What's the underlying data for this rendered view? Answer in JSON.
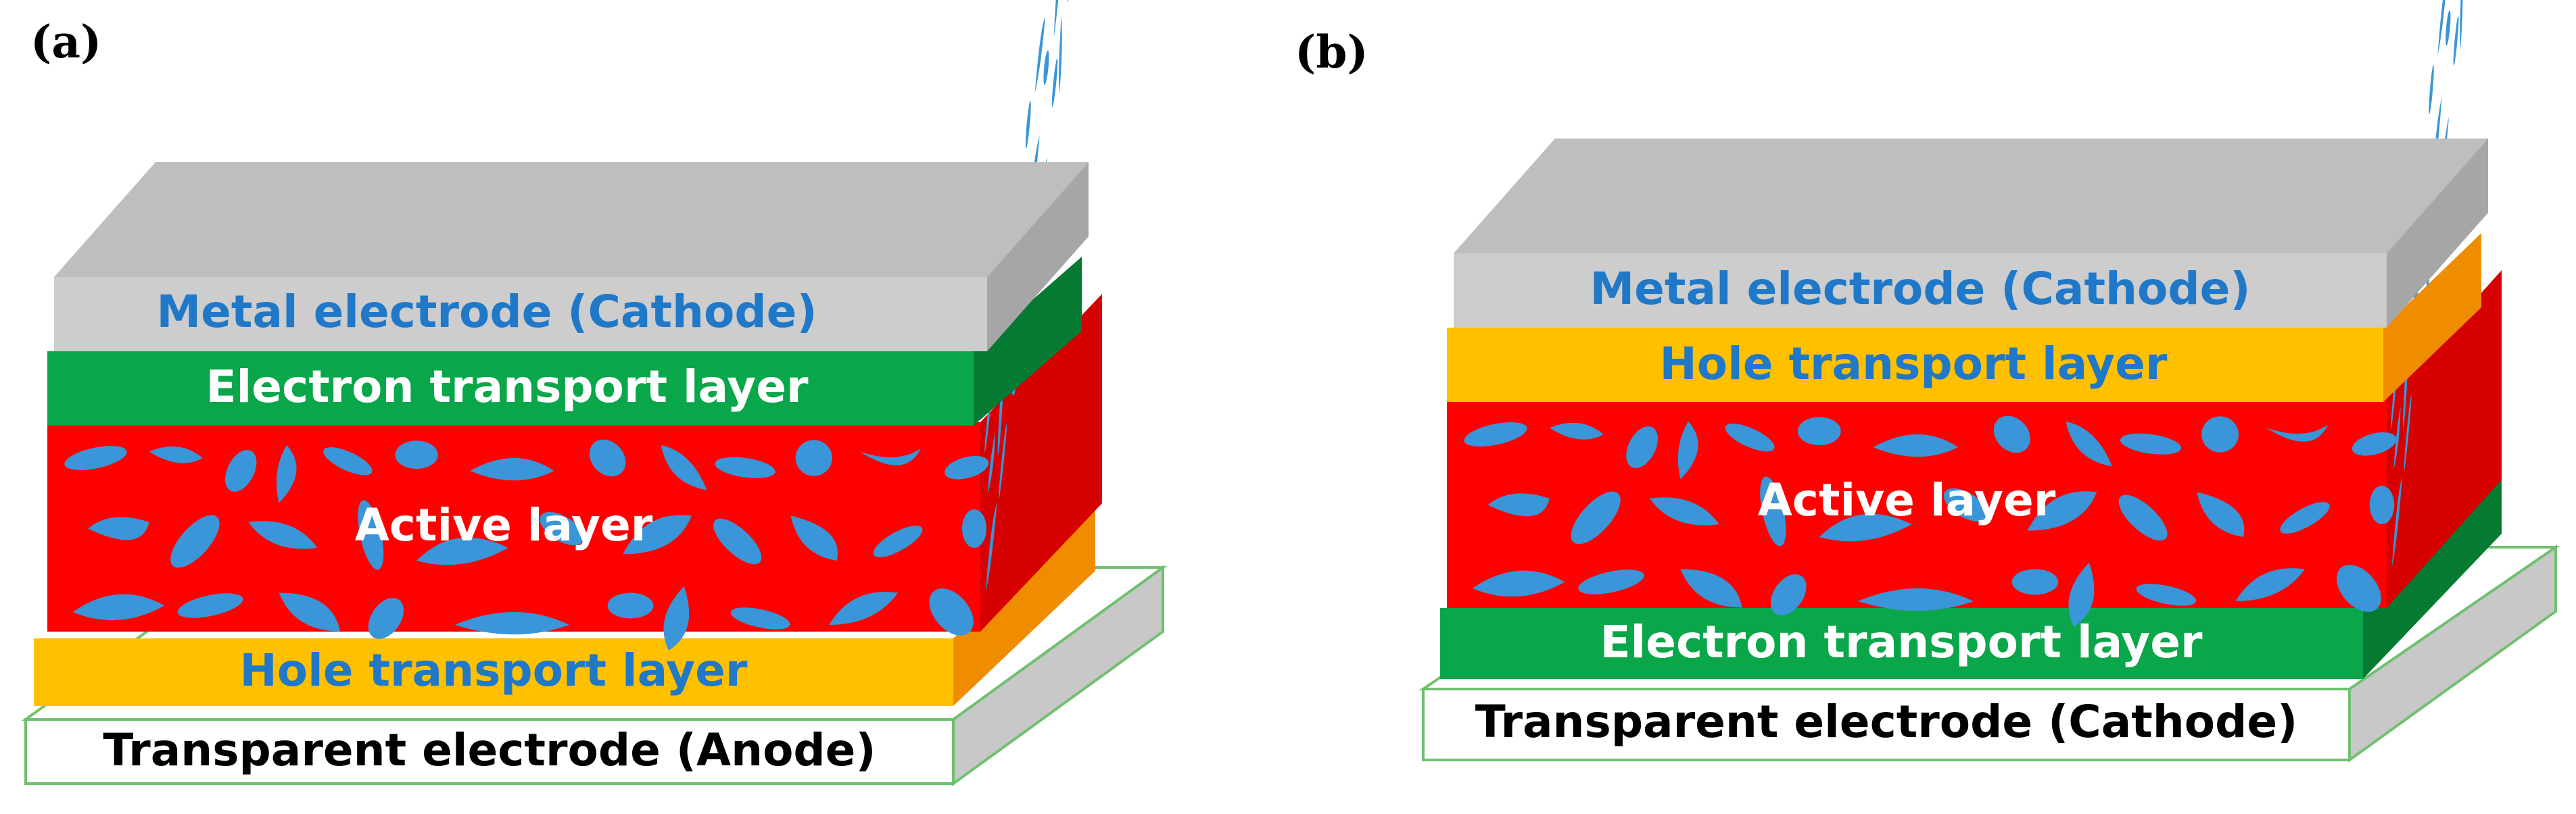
{
  "panels": {
    "a": {
      "label": "(a)",
      "layers": {
        "metal": "Metal electrode (Cathode)",
        "upper_transport": "Electron transport layer",
        "active": "Active layer",
        "lower_transport": "Hole transport layer",
        "transparent": "Transparent electrode (Anode)"
      }
    },
    "b": {
      "label": "(b)",
      "layers": {
        "metal": "Metal electrode (Cathode)",
        "upper_transport": "Hole transport layer",
        "active": "Active layer",
        "lower_transport": "Electron transport layer",
        "transparent": "Transparent electrode (Cathode)"
      }
    }
  },
  "colors": {
    "metal_front": "#cdcdcd",
    "metal_top": "#bebebe",
    "metal_side": "#a6a6a6",
    "metal_text": "#1f78c8",
    "electron_front": "#0aa64a",
    "electron_side": "#067a33",
    "electron_text": "#ffffff",
    "hole_front": "#ffc000",
    "hole_side": "#f08c00",
    "hole_text": "#1f78c8",
    "active_front": "#ff0000",
    "active_side": "#d60000",
    "active_text": "#ffffff",
    "active_blobs": "#3a96d8",
    "transparent_front": "#ffffff",
    "transparent_edge": "#70c070",
    "transparent_side": "#c8c8c8",
    "transparent_text": "#000000"
  }
}
